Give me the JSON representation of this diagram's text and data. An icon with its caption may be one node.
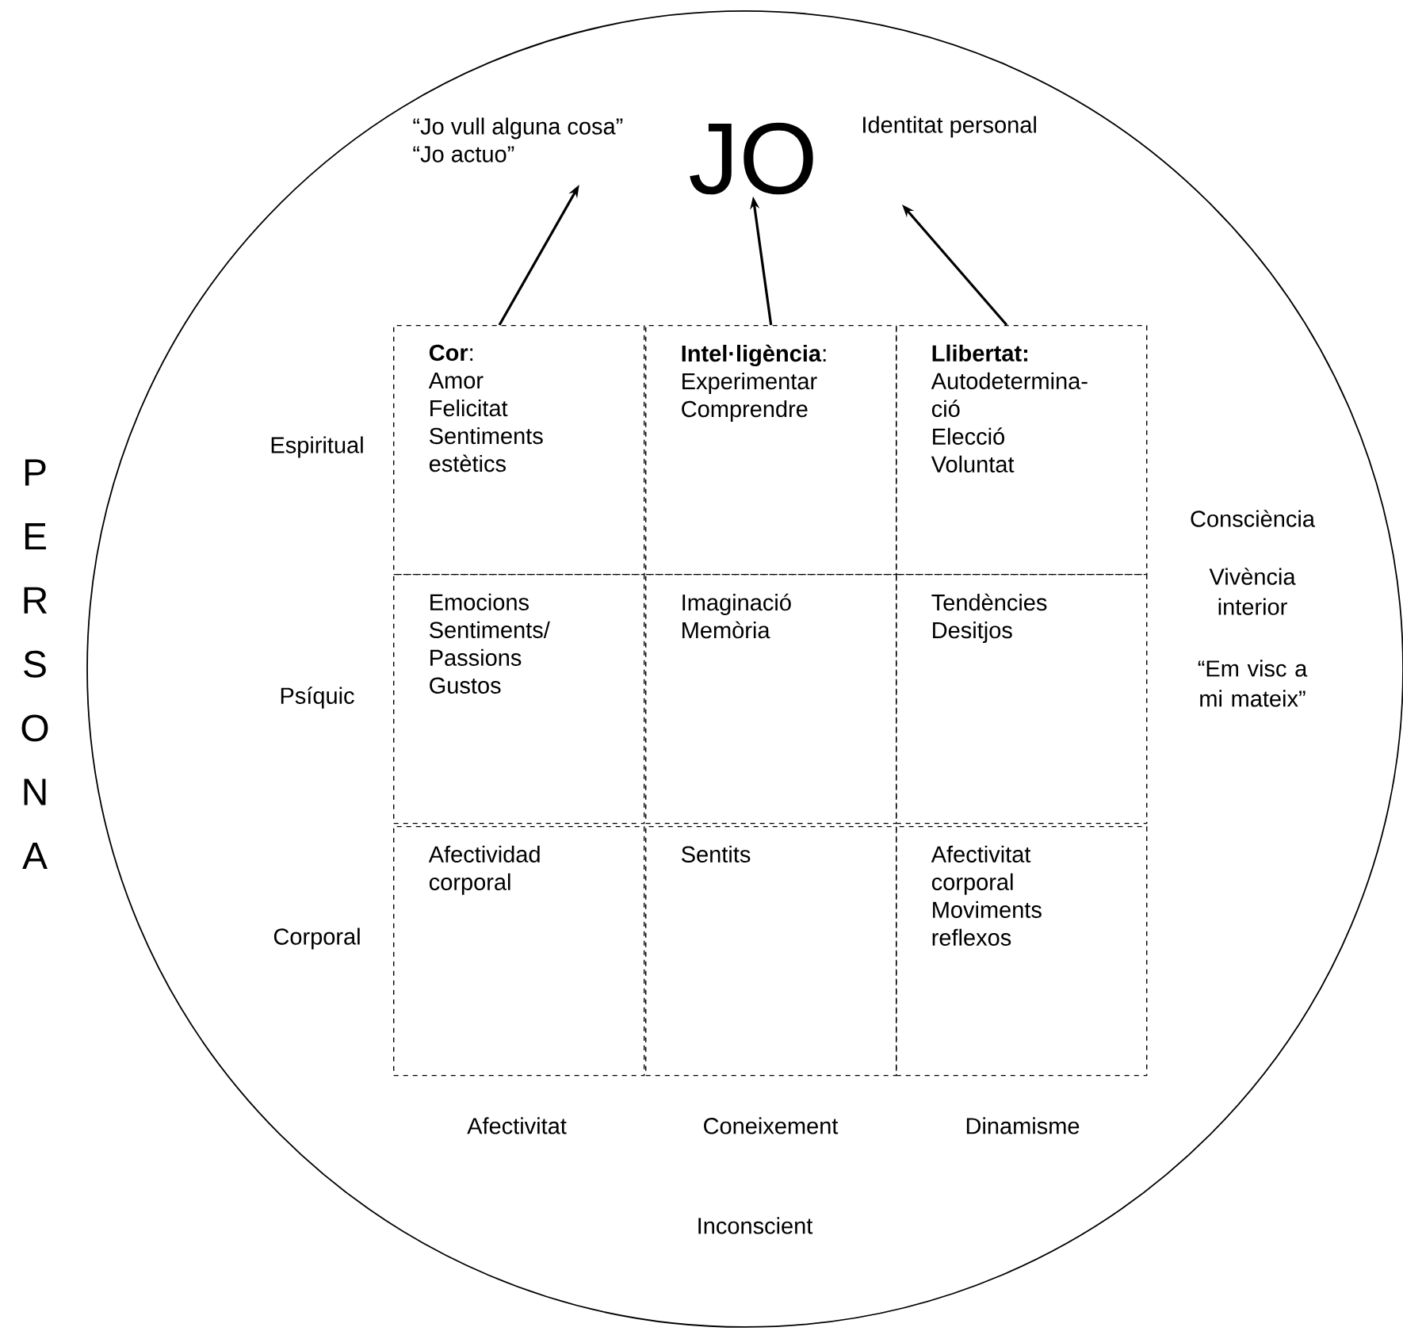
{
  "diagram": {
    "nodes": [
      {
        "text": [],
        "shape": "circle"
      },
      {
        "text": [
          "“Jo vull alguna cosa”",
          "“Jo actuo”"
        ],
        "in": 0
      },
      {
        "text": [
          "JO"
        ],
        "in": 0
      },
      {
        "text": [
          "Identitat personal"
        ],
        "in": 0
      },
      {
        "text": [
          "**Cor**:",
          "Amor",
          "Felicitat",
          "Sentiments estètics"
        ],
        "in": 0
      },
      {
        "text": [
          "**Intel·ligència**:",
          "Experimentar",
          "Comprendre"
        ],
        "in": 0
      },
      {
        "text": [
          "**Llibertat:**",
          "Autodetermina-ció",
          "Elecció",
          "Voluntat"
        ],
        "in": 0
      },
      {
        "text": [
          "Emocions",
          "Sentiments/ Passions",
          "Gustos"
        ],
        "in": 0
      },
      {
        "text": [
          "Imaginació",
          "Memòria"
        ],
        "in": 0
      },
      {
        "text": [
          "Tendències",
          "Desitjos"
        ],
        "in": 0
      },
      {
        "text": [
          "Afectividad corporal"
        ],
        "in": 0
      },
      {
        "text": [
          "Sentits"
        ],
        "in": 0
      },
      {
        "text": [
          "Afectivitat corporal",
          "Moviments reflexos"
        ],
        "in": 0
      }
    ],
    "edges": [
      {
        "from": 4,
        "to": 1,
        "arrow": "to"
      },
      {
        "from": 5,
        "to": 2,
        "arrow": "to"
      },
      {
        "from": 6,
        "to": 3,
        "arrow": "to"
      }
    ],
    "labels": [
      "P",
      "E",
      "R",
      "S",
      "O",
      "N",
      "A",
      "Espiritual",
      "Psíquic",
      "Corporal",
      "Consciència",
      "Vivència interior",
      "“Em visc a mi mateix”",
      "Afectivitat",
      "Coneixement",
      "Dinamisme",
      "Inconscient"
    ]
  }
}
